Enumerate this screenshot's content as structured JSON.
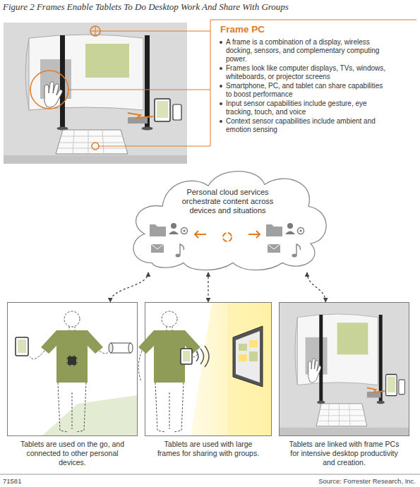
{
  "diagram": {
    "title": "Figure 2 Frames Enable Tablets To Do Desktop Work And Share With Groups",
    "nodes": [
      {
        "text": [
          "Frame PC",
          "A frame is a combination of a display, wireless docking, sensors, and complementary computing power.",
          "Frames look like computer displays, TVs, windows, whiteboards, or projector screens",
          "Smartphone, PC, and tablet can share capabilities to boost performance",
          "Input sensor capabilities include gesture, eye tracking, touch, and voice",
          "Context sensor capabilities include ambient and emotion sensing"
        ]
      },
      {
        "text": [
          "Personal cloud services orchestrate content across devices and situations"
        ]
      },
      {
        "text": [
          "Tablets are used on the go, and connected to other personal devices."
        ]
      },
      {
        "text": [
          "Tablets are used with large frames for sharing with groups."
        ]
      },
      {
        "text": [
          "Tablets are linked with frame PCs for intensive desktop productivity and creation."
        ]
      }
    ],
    "edges": [
      {
        "from": 1,
        "to": 2,
        "arrow": "both"
      },
      {
        "from": 1,
        "to": 3,
        "arrow": "both"
      },
      {
        "from": 1,
        "to": 4,
        "arrow": "both"
      }
    ],
    "labels": [
      "71581",
      "Source: Forrester Research, Inc."
    ]
  }
}
